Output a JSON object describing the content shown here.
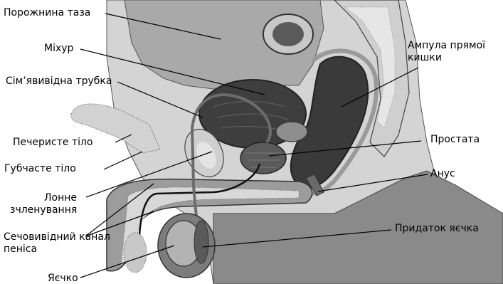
{
  "labels": {
    "pelvic_cavity": "Порожнина таза",
    "bladder": "Міхур",
    "vas_deferens": "Сім’явивідна трубка",
    "corpus_cavernosum": "Печеристе тіло",
    "corpus_spongiosum": "Губчасте тіло",
    "pubic_symphysis_1": "Лонне",
    "pubic_symphysis_2": "зчленування",
    "urethra_1": "Сечовивідний канал",
    "urethra_2": "пеніса",
    "testis": "Яєчко",
    "rectal_ampulla_1": "Ампула прямої",
    "rectal_ampulla_2": "кишки",
    "prostate": "Простата",
    "anus": "Анус",
    "epididymis": "Придаток яєчка"
  },
  "colors": {
    "dark_tissue": "#3a3a3a",
    "mid_tissue": "#8a8a8a",
    "light_tissue": "#c4c4c4",
    "pale_tissue": "#dedede",
    "leader_line": "#000000"
  }
}
